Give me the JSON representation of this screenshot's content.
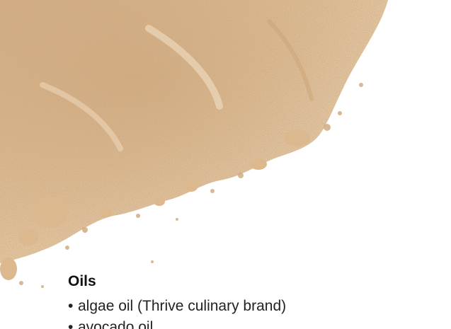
{
  "image": {
    "subject": "powder-pile-icon",
    "colors": {
      "powder_light": "#e8c9a3",
      "powder_mid": "#d2a678",
      "powder_dark": "#b98a5c",
      "background": "#ffffff"
    }
  },
  "section": {
    "heading": "Oils",
    "bullet": "•",
    "items": [
      {
        "label": "algae oil (Thrive culinary brand)"
      },
      {
        "label": "avocado oil"
      }
    ]
  }
}
